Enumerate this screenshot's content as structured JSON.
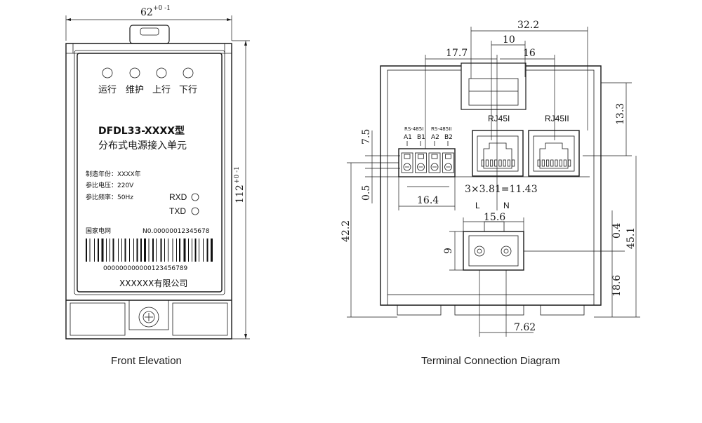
{
  "front": {
    "caption": "Front Elevation",
    "dim_width": "62",
    "dim_width_tol": "+0 -1",
    "dim_height": "112",
    "dim_height_tol": "+0 -1",
    "indicators": [
      "运行",
      "维护",
      "上行",
      "下行"
    ],
    "model": "DFDL33-XXXX型",
    "product_name": "分布式电源接入单元",
    "spec_year": "制造年份：XXXX年",
    "spec_voltage": "参比电压：220V",
    "spec_freq": "参比频率：50Hz",
    "rxd": "RXD",
    "txd": "TXD",
    "grid_label": "国家电网",
    "serial": "N0.00000012345678",
    "barcode_number": "000000000000123456789",
    "company": "XXXXXX有限公司"
  },
  "terminal": {
    "caption": "Terminal Connection Diagram",
    "dims": {
      "d32_2": "32.2",
      "d10": "10",
      "d17_7": "17.7",
      "d16": "16",
      "d13_3": "13.3",
      "d7_5": "7.5",
      "d0_5": "0.5",
      "d16_4": "16.4",
      "d3x381": "3×3.81=11.43",
      "d15_6": "15.6",
      "d42_2": "42.2",
      "d9": "9",
      "d0_4": "0.4",
      "d45_1": "45.1",
      "d18_6": "18.6",
      "d7_62": "7.62"
    },
    "rj45_1": "RJ45I",
    "rj45_2": "RJ45II",
    "rs485_1": "RS-485I",
    "rs485_2": "RS-485II",
    "pins": [
      "A1",
      "B1",
      "A2",
      "B2"
    ],
    "power_l": "L",
    "power_n": "N"
  }
}
